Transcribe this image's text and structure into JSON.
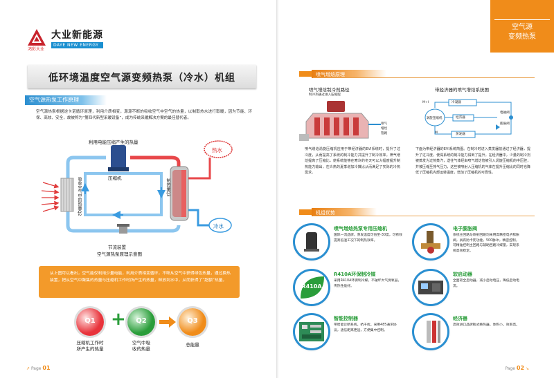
{
  "brand": {
    "name_cn": "大业新能源",
    "name_en": "DAYE NEW ENERGY",
    "tagline": "鸿彩大业"
  },
  "left": {
    "title": "低环境温度空气源变频热泵（冷水）机组",
    "section1": "空气源热泵工作原理",
    "intro": "空气源热泵根据逆卡诺循环原理，利用介质相变，源源不断的吸收空气中空气的热量，以制取热水进行取暖，因为节能、环保、高效、安全，故被称为“第四代新型采暖设备”，成为传统采暖解决方案的最佳替代者。",
    "diagram": {
      "compressor_top": "利用电能压缩产生的热量",
      "compressor": "压缩机",
      "hot_water": "热水",
      "cold_water": "冷水",
      "absorb_left": "吸收空气中的热量Q2",
      "absorb_right": "制热量Q3",
      "valve": "节流装置",
      "caption": "空气源热泵原理示意图"
    },
    "summary": "从上图可以看出，空气能仅利用少量电能，利用介质相变循环，不断从空气中获得绿色热量，通过换热装置，把从空气中聚集的热量与压缩机工作时所产生的热量，释放到水中，从而获得了“超额”热量。",
    "equation": [
      {
        "badge": "Q1",
        "label_1": "压缩机工作时",
        "label_2": "所产生的热量"
      },
      {
        "badge": "Q2",
        "label_1": "空气中吸",
        "label_2": "收的热量"
      },
      {
        "badge": "Q3",
        "label_1": "总能量",
        "label_2": ""
      }
    ],
    "plus": "+",
    "page": "Page",
    "page_num": "01"
  },
  "right": {
    "tab_1": "空气源",
    "tab_2": "变频热泵",
    "section_evi": "喷气增焓原理",
    "evi_left_title": "喷气增焓制冷剂路径",
    "evi_left_sub": "制冷剂通过进入压缩腔",
    "evi_left_tags": [
      "喷气",
      "增焓",
      "管路"
    ],
    "evi_right_title": "带经济器的喷气增焓系统图",
    "evi_diagram": {
      "top": "冷凝器",
      "eco": "经济器",
      "valve": "电磁阀",
      "exp": "膨胀阀",
      "comp": "涡旋压缩机",
      "evap": "蒸发器",
      "mi": "M+I",
      "m": "M"
    },
    "evi_left_text": "喷气增焓涡旋压缩机应用于带经济器的EVI系统时，提升了过冷度，从而提高了系统的制冷能力并提升了制冷效率。喷气增焓提高了压缩比，使系统能够在寒冷的冬天可以大幅度提升制热能力输出，在炎热的夏季增加冷媒比从而满足了实际的冷热需求。",
    "evi_right_text": "下面为带经济器的EVI系统简图。在制冷时进入蒸发器前通过了经济器，提升了过冷度，使得系统的制冷能力得到了提升。在经济器中，少量的制冷剂被蒸发为过热蒸汽，送往气体经由喷气增焓管被引入涡旋压缩机的中压腔，并被压缩至排气压力，这些被喷射入压缩机的气体在提升压缩比的同时也降低了压缩机内部运转温度，增加了压缩机的可靠性。",
    "section_adv": "机组优势",
    "advantages": [
      {
        "title": "喷气增焓热泵专用压缩机",
        "desc": "国际一流品牌，蒸发温度可低至-30度，可有效提高低温工况下的制热效率。"
      },
      {
        "title": "电子膨胀阀",
        "desc": "系统主回路与喷射回路均采用高精密电子膨胀阀，具有防卡死功能，500脉冲，精密控制，可精准控制主回路与辅助回路冷媒量，实现系统高效稳定。"
      },
      {
        "title": "R410A环保制冷媒",
        "desc": "采用R410A环保制冷媒，不破坏大气臭氧层，传热性能好。"
      },
      {
        "title": "软启动器",
        "desc": "全面软全启动器，减小启动电压，降低启动电流。"
      },
      {
        "title": "智能控制器",
        "desc": "带智能诊断系统，抗干扰，采用485通讯协议，通信距离更远，方便集中控制。"
      },
      {
        "title": "经济器",
        "desc": "高效进口品牌板式换热器，体积小，效率高。"
      }
    ],
    "r410_badge": "R410A",
    "page": "Page",
    "page_num": "02"
  },
  "colors": {
    "orange": "#f08c1a",
    "blue": "#2c8fd0",
    "green": "#2a9d3a",
    "red": "#e8333b"
  }
}
